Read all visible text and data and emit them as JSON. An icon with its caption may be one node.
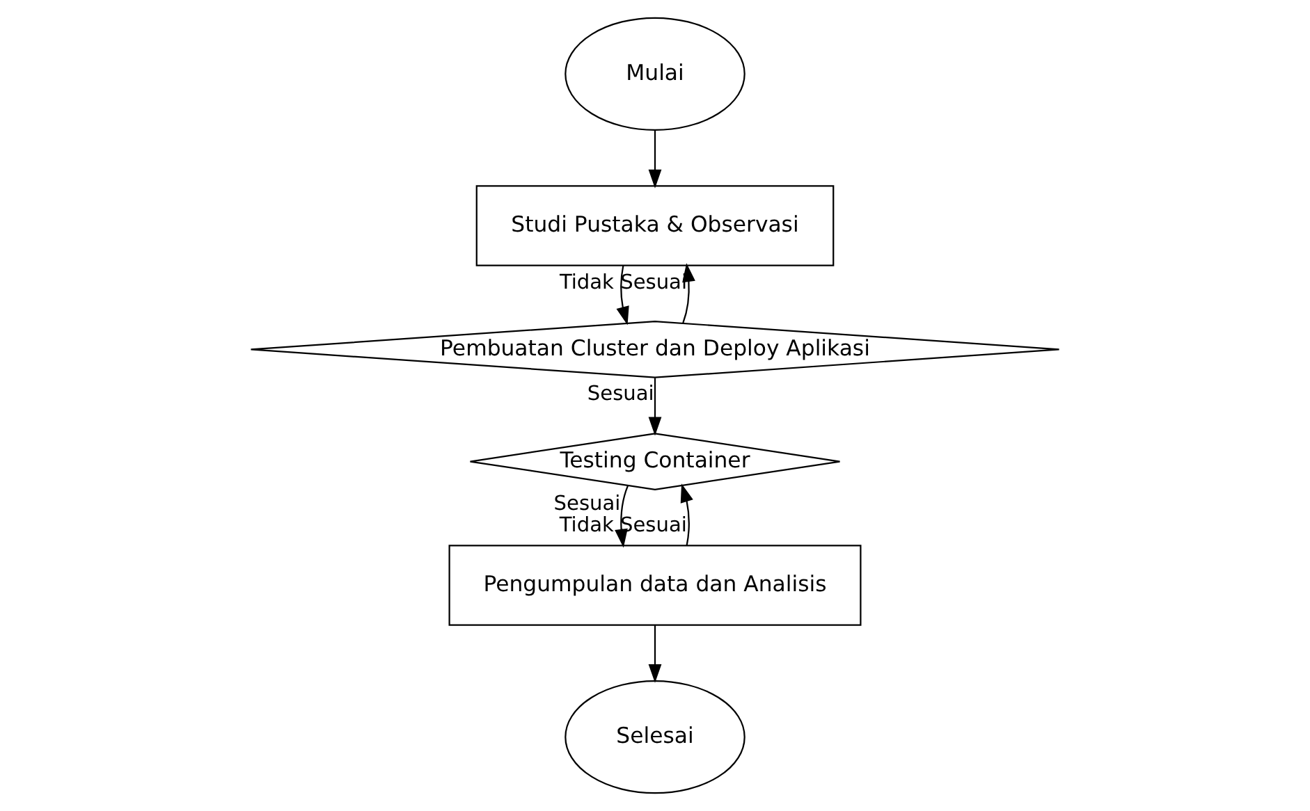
{
  "diagram": {
    "nodes": [
      {
        "text": [
          "Mulai"
        ]
      },
      {
        "text": [
          "Studi Pustaka & Observasi"
        ]
      },
      {
        "text": [
          "Pembuatan Cluster dan Deploy Aplikasi"
        ]
      },
      {
        "text": [
          "Testing Container"
        ]
      },
      {
        "text": [
          "Pengumpulan data dan Analisis"
        ]
      },
      {
        "text": [
          "Selesai"
        ]
      }
    ],
    "edges": [
      {
        "from": 0,
        "to": 1,
        "arrow": "to"
      },
      {
        "from": 1,
        "to": 2,
        "arrow": "to"
      },
      {
        "from": 2,
        "to": 1,
        "arrow": "to",
        "label": "Tidak Sesuai"
      },
      {
        "from": 2,
        "to": 3,
        "arrow": "to",
        "label": "Sesuai"
      },
      {
        "from": 3,
        "to": 4,
        "arrow": "to",
        "label": "Sesuai"
      },
      {
        "from": 4,
        "to": 3,
        "arrow": "to",
        "label": "Tidak Sesuai"
      },
      {
        "from": 4,
        "to": 5,
        "arrow": "to"
      }
    ]
  }
}
